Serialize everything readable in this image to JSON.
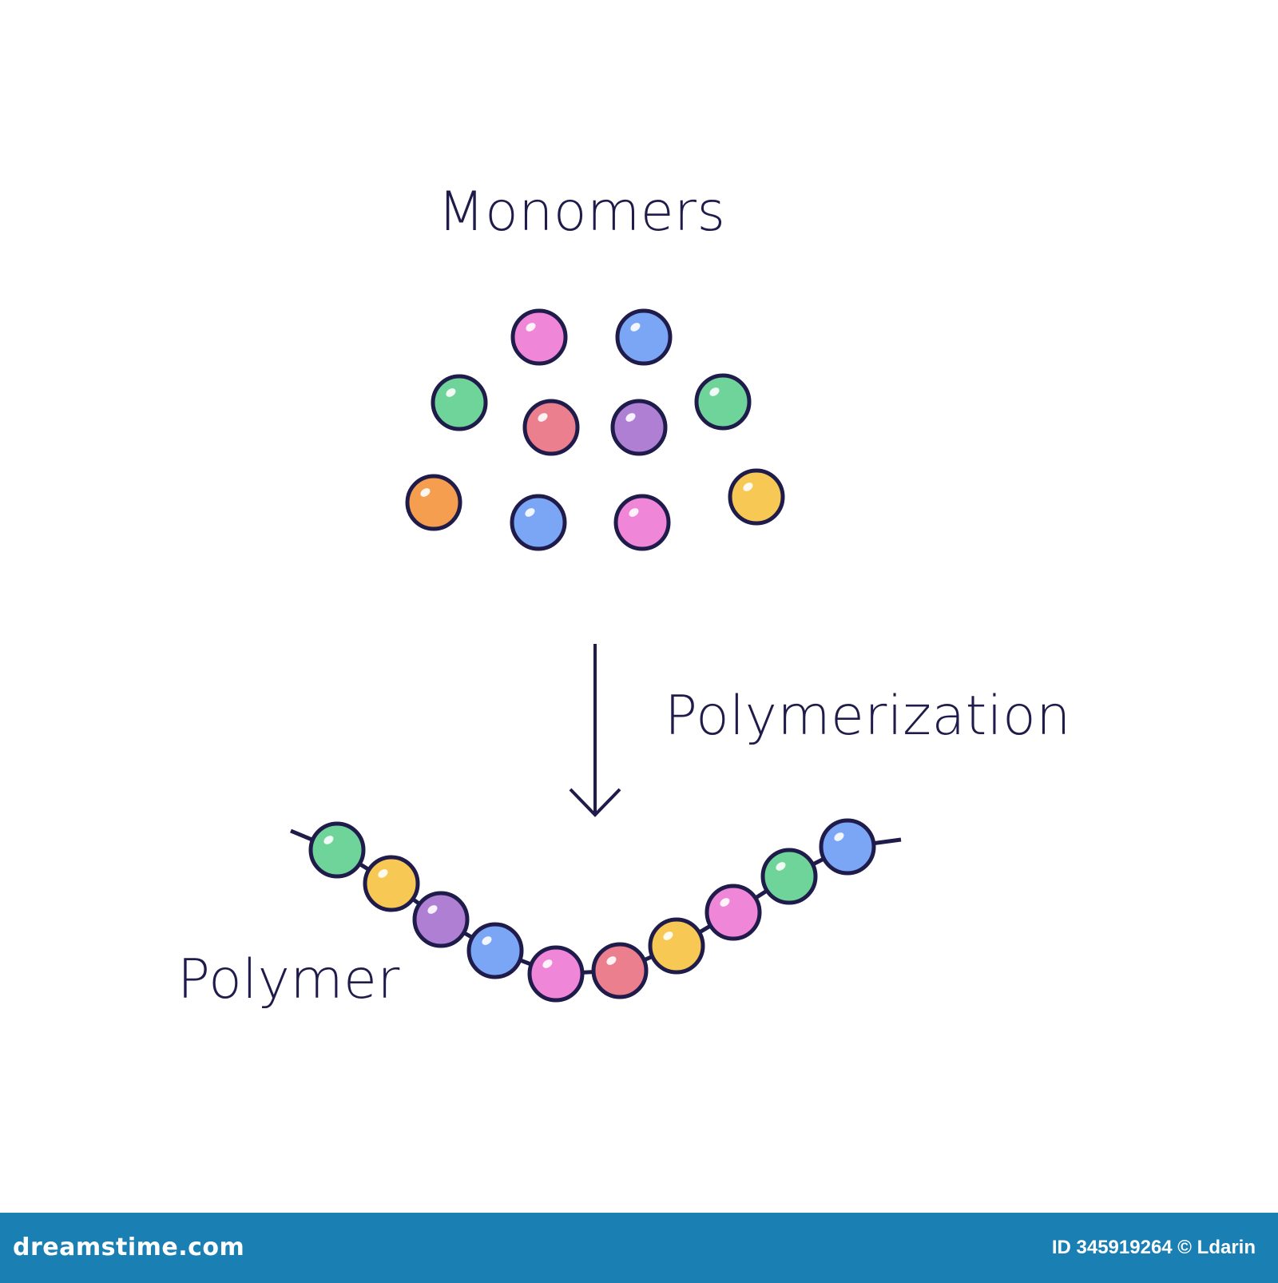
{
  "labels": {
    "monomers": "Monomers",
    "polymerization": "Polymerization",
    "polymer": "Polymer"
  },
  "colors": {
    "ink": "#1f1b4a",
    "green": "#6fd49a",
    "pink": "#ef86d8",
    "blue": "#7aa6f5",
    "red": "#ec7f8e",
    "purple": "#ae7fd3",
    "orange": "#f59e4f",
    "yellow": "#f7c954",
    "footer_bg": "#1a7fb3"
  },
  "monomers": [
    "pink",
    "blue",
    "green",
    "red",
    "purple",
    "green",
    "orange",
    "blue",
    "pink",
    "yellow"
  ],
  "polymer_chain": [
    "green",
    "yellow",
    "purple",
    "blue",
    "pink",
    "red",
    "yellow",
    "pink",
    "green",
    "blue"
  ],
  "footer": {
    "brand": "dreamstime.com",
    "credit": "ID 345919264 © Ldarin"
  }
}
